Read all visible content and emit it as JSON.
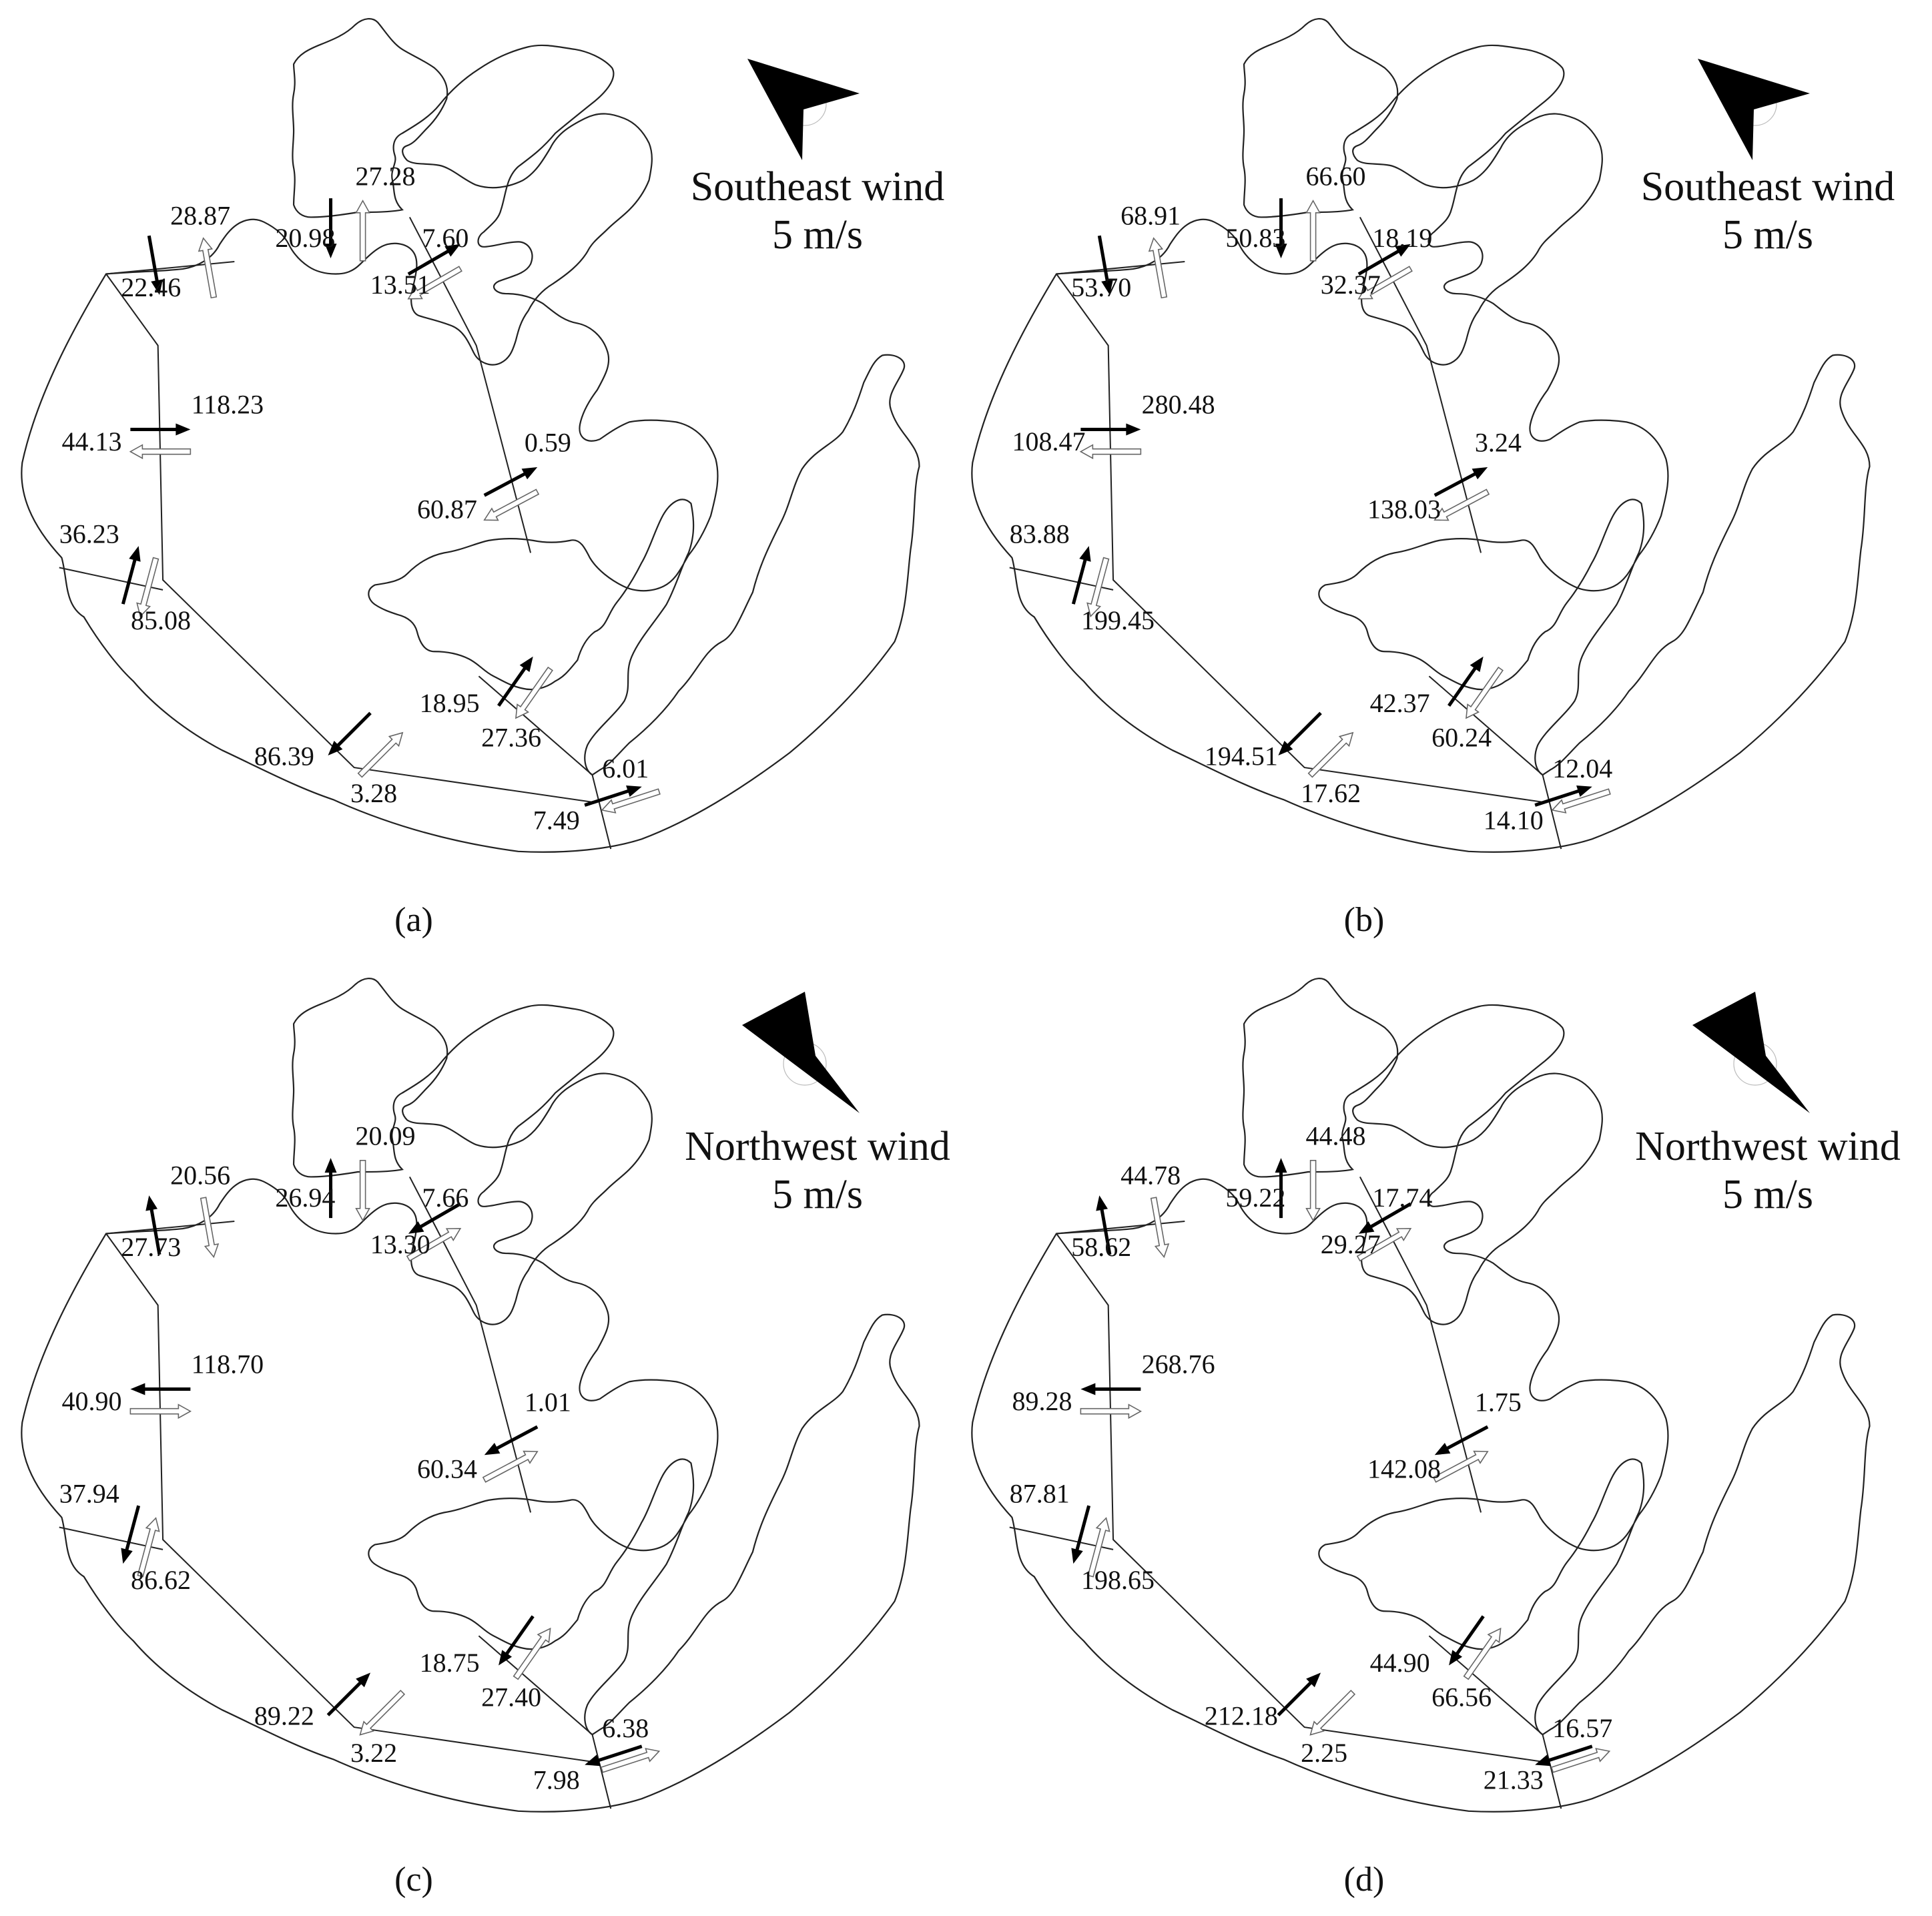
{
  "panels": [
    {
      "caption": "(a)",
      "wind": {
        "name": "Southeast wind",
        "speed": "5 m/s",
        "heading": "northwest"
      },
      "labels": [
        "27.28",
        "20.98",
        "28.87",
        "22.46",
        "7.60",
        "13.51",
        "118.23",
        "44.13",
        "0.59",
        "60.87",
        "36.23",
        "85.08",
        "86.39",
        "3.28",
        "18.95",
        "27.36",
        "6.01",
        "7.49"
      ]
    },
    {
      "caption": "(b)",
      "wind": {
        "name": "Southeast wind",
        "speed": "5 m/s",
        "heading": "northwest"
      },
      "labels": [
        "66.60",
        "50.83",
        "68.91",
        "53.70",
        "18.19",
        "32.37",
        "280.48",
        "108.47",
        "3.24",
        "138.03",
        "83.88",
        "199.45",
        "194.51",
        "17.62",
        "42.37",
        "60.24",
        "12.04",
        "14.10"
      ]
    },
    {
      "caption": "(c)",
      "wind": {
        "name": "Northwest wind",
        "speed": "5 m/s",
        "heading": "southeast"
      },
      "labels": [
        "20.09",
        "26.94",
        "20.56",
        "27.73",
        "7.66",
        "13.30",
        "118.70",
        "40.90",
        "1.01",
        "60.34",
        "37.94",
        "86.62",
        "89.22",
        "3.22",
        "18.75",
        "27.40",
        "6.38",
        "7.98"
      ]
    },
    {
      "caption": "(d)",
      "wind": {
        "name": "Northwest wind",
        "speed": "5 m/s",
        "heading": "southeast"
      },
      "labels": [
        "44.48",
        "59.22",
        "44.78",
        "58.62",
        "17.74",
        "29.27",
        "268.76",
        "89.28",
        "1.75",
        "142.08",
        "87.81",
        "198.65",
        "212.18",
        "2.25",
        "44.90",
        "66.56",
        "16.57",
        "21.33"
      ]
    }
  ]
}
